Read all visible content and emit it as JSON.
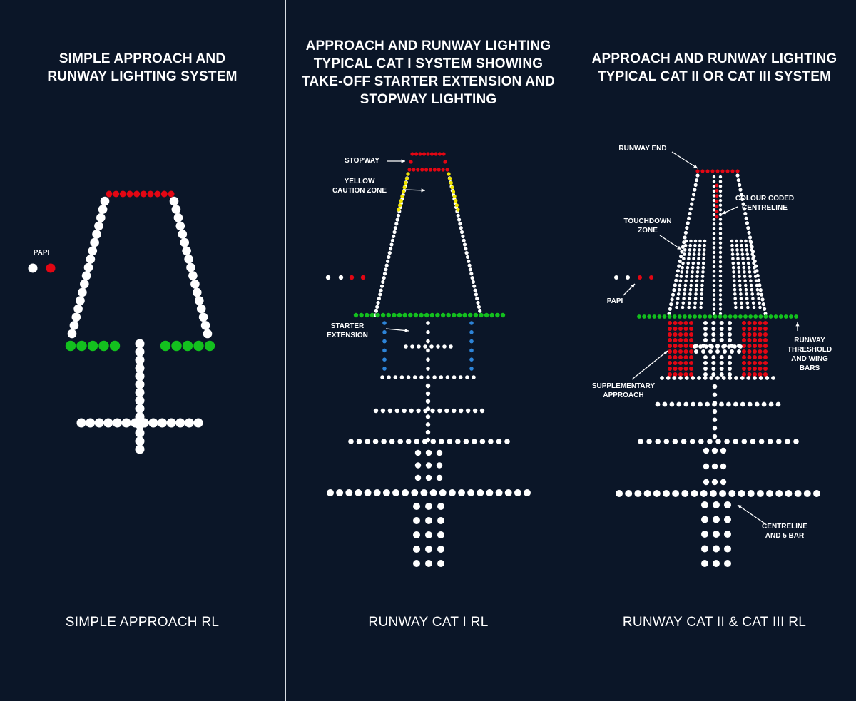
{
  "panels": [
    {
      "title": "SIMPLE APPROACH AND\nRUNWAY LIGHTING SYSTEM",
      "caption": "SIMPLE APPROACH RL",
      "labels": {
        "papi": "PAPI"
      }
    },
    {
      "title": "APPROACH AND RUNWAY LIGHTING\nTYPICAL CAT I SYSTEM SHOWING\nTAKE-OFF STARTER EXTENSION AND\nSTOPWAY LIGHTING",
      "caption": "RUNWAY CAT I RL",
      "labels": {
        "stopway": "STOPWAY",
        "yellow_caution_zone": "YELLOW\nCAUTION ZONE",
        "starter_extension": "STARTER\nEXTENSION"
      }
    },
    {
      "title": "APPROACH AND RUNWAY LIGHTING\nTYPICAL CAT II OR CAT III SYSTEM",
      "caption": "RUNWAY CAT II & CAT III RL",
      "labels": {
        "runway_end": "RUNWAY END",
        "colour_coded_centreline": "COLOUR CODED\nCENTRELINE",
        "touchdown_zone": "TOUCHDOWN\nZONE",
        "papi": "PAPI",
        "runway_threshold": "RUNWAY\nTHRESHOLD\nAND WING\nBARS",
        "supplementary_approach": "SUPPLEMENTARY\nAPPROACH",
        "centreline_5_bar": "CENTRELINE\nAND 5 BAR"
      }
    }
  ],
  "colors": {
    "background": "#0b1628",
    "white_light": "#ffffff",
    "red_light": "#e30613",
    "green_light": "#13c01e",
    "yellow_light": "#f2e600",
    "blue_light": "#2d84d8",
    "divider": "#d9dde3"
  }
}
